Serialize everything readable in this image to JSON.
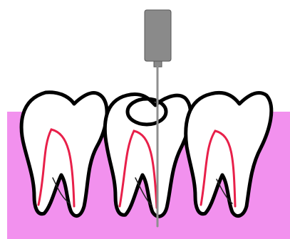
{
  "diagram": {
    "subject": "root-canal-procedure",
    "tooth_count": 3,
    "treated_tooth_index": 2,
    "colors": {
      "gum": "#f291ee",
      "tooth_outline": "#000000",
      "tooth_fill": "#ffffff",
      "root_canal": "#e8204a",
      "nerve": "#222222",
      "file_handle": "#8a8a8a",
      "file_handle_edge": "#555555",
      "file_needle": "#8f8f8f",
      "access_ring": "#000000"
    },
    "icons": [
      "tooth-icon",
      "endodontic-file-icon",
      "access-opening-ring-icon"
    ]
  }
}
